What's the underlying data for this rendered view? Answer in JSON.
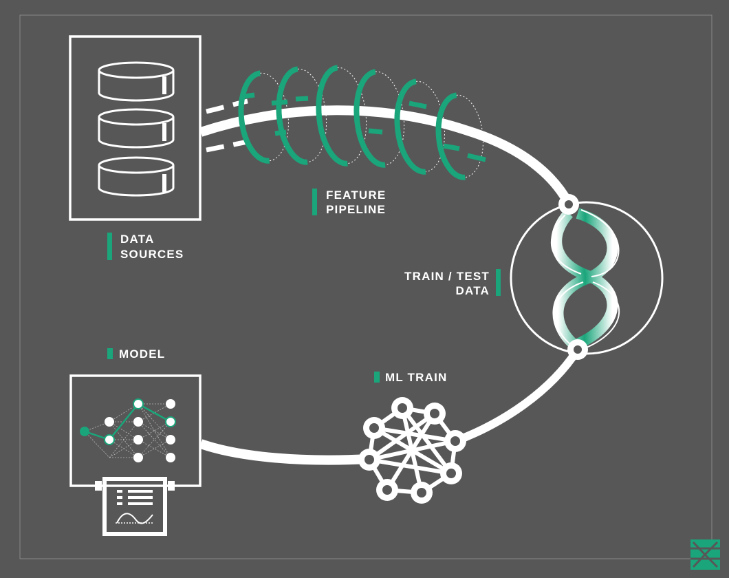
{
  "labels": {
    "data_sources_line1": "DATA",
    "data_sources_line2": "SOURCES",
    "feature_pipeline_line1": "FEATURE",
    "feature_pipeline_line2": "PIPELINE",
    "train_test_line1": "TRAIN / TEST",
    "train_test_line2": "DATA",
    "ml_train": "ML TRAIN",
    "model": "MODEL"
  },
  "colors": {
    "background": "#575757",
    "accent": "#1aa57a",
    "foreground": "#ffffff",
    "frame": "#8a8a8a"
  },
  "icons": [
    "database-icon",
    "feature-pipeline-rings",
    "train-test-split-icon",
    "neural-network-icon",
    "model-network-icon",
    "report-chart-icon",
    "brand-logo-icon"
  ]
}
